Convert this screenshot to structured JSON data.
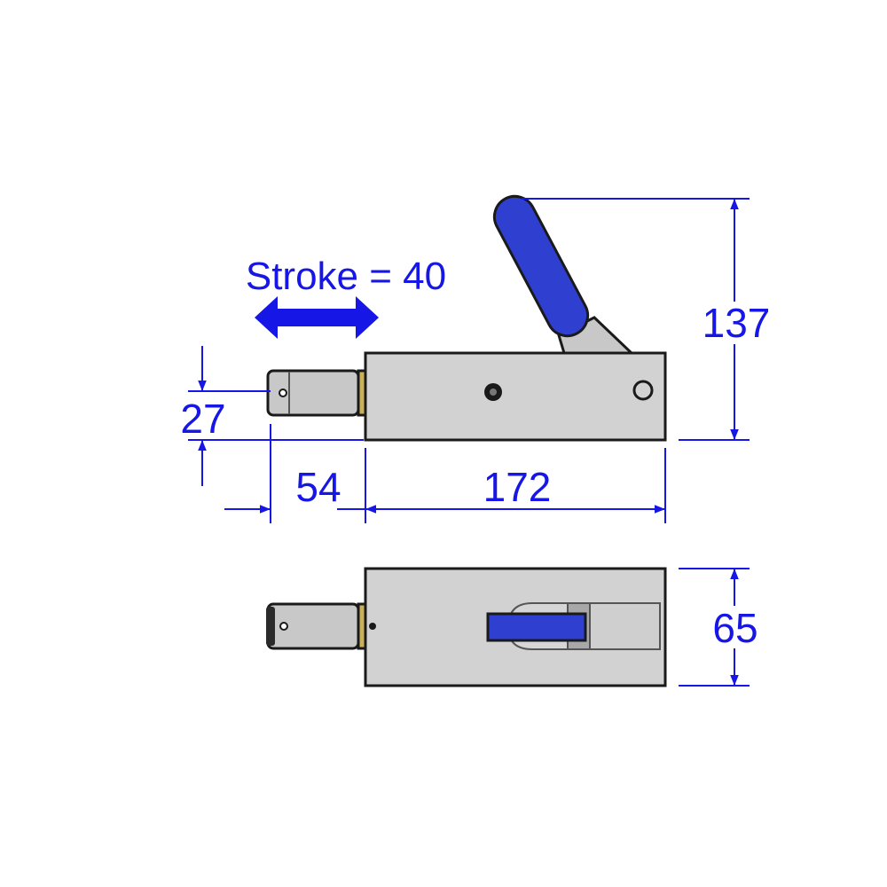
{
  "colors": {
    "dimension": "#1616e6",
    "handle": "#2f3fd0",
    "body": "#d2d2d2",
    "pin": "#c8c8c8",
    "collar": "#c9b15a",
    "outline": "#1a1a1a"
  },
  "annotations": {
    "stroke_label": "Stroke = 40",
    "stroke_arrow_icon": "double-headed-arrow"
  },
  "dimensions": {
    "pin_diameter": "27",
    "pin_extension": "54",
    "body_length": "172",
    "overall_height": "137",
    "body_width": "65"
  },
  "views": [
    "side-view",
    "top-view"
  ]
}
